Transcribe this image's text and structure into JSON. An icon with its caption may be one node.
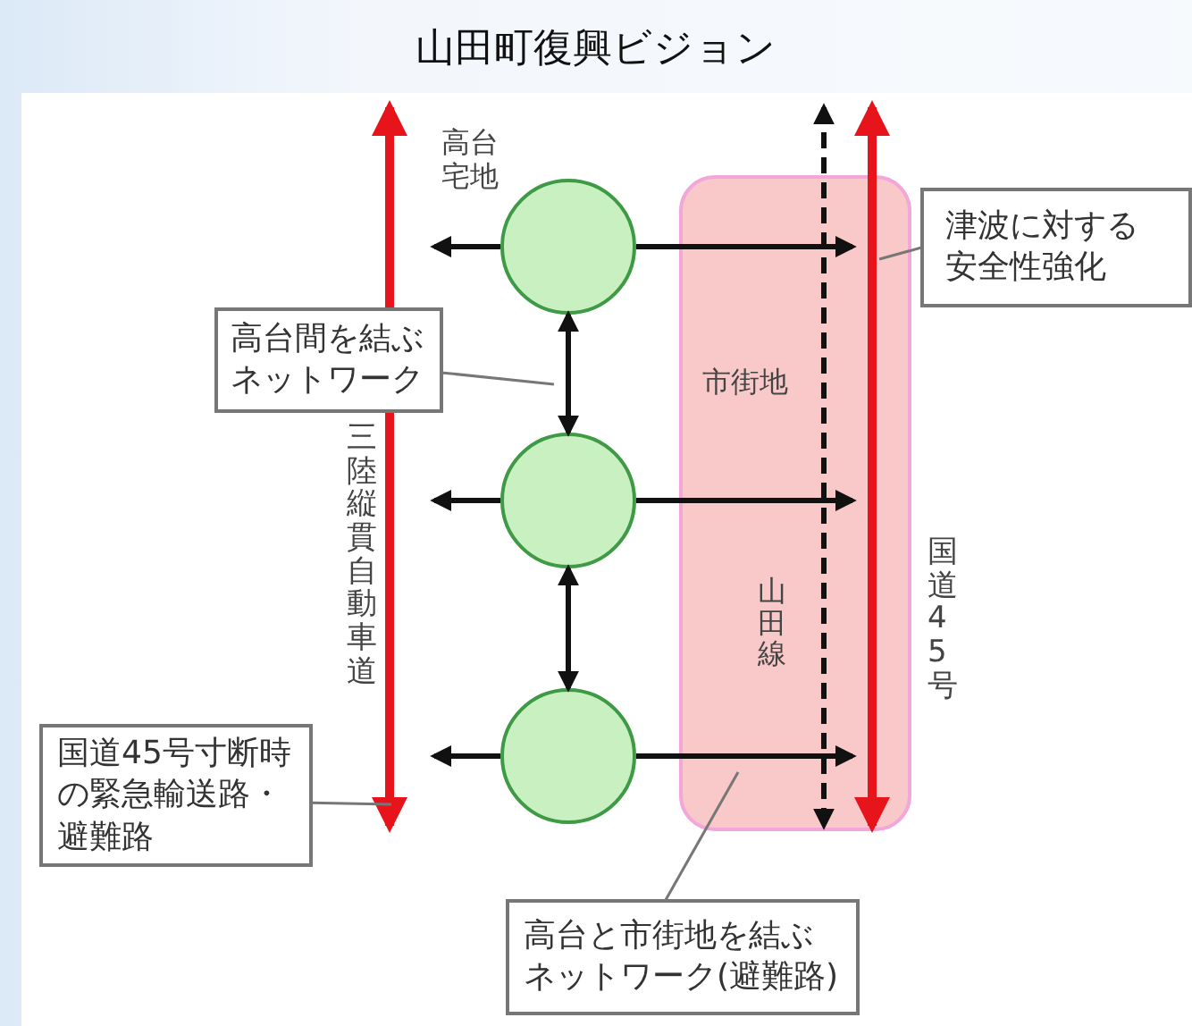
{
  "diagram": {
    "title": "山田町復興ビジョン",
    "nodes": [
      {
        "text": [
          "市街地"
        ]
      },
      {
        "text": [],
        "shape": "circle"
      },
      {
        "text": [],
        "shape": "circle"
      },
      {
        "text": [],
        "shape": "circle"
      },
      {
        "text": [
          "高台間を結ぶネットワーク"
        ]
      },
      {
        "text": [
          "津波に対する安全性強化"
        ]
      },
      {
        "text": [
          "国道45号寸断時の緊急輸送路・避難路"
        ]
      },
      {
        "text": [
          "高台と市街地を結ぶネットワーク(避難路)"
        ]
      }
    ],
    "edges": [
      {
        "from": 1,
        "to": null,
        "arrow": "to"
      },
      {
        "from": 1,
        "to": 0,
        "arrow": "to"
      },
      {
        "from": 2,
        "to": null,
        "arrow": "to"
      },
      {
        "from": 2,
        "to": 0,
        "arrow": "to"
      },
      {
        "from": 3,
        "to": null,
        "arrow": "to"
      },
      {
        "from": 3,
        "to": 0,
        "arrow": "to"
      },
      {
        "from": 1,
        "to": 2,
        "arrow": "both"
      },
      {
        "from": 2,
        "to": 3,
        "arrow": "both"
      },
      {
        "from": 4,
        "to": null,
        "arrow": "none",
        "color": "#777777"
      },
      {
        "from": 5,
        "to": 0,
        "arrow": "none",
        "color": "#777777"
      },
      {
        "from": 6,
        "to": null,
        "arrow": "none",
        "color": "#777777"
      },
      {
        "from": 7,
        "to": 0,
        "arrow": "none",
        "color": "#777777"
      }
    ],
    "labels": [
      "高台宅地",
      "三陸縦貫自動車道",
      "山田線",
      "国道45号"
    ]
  }
}
